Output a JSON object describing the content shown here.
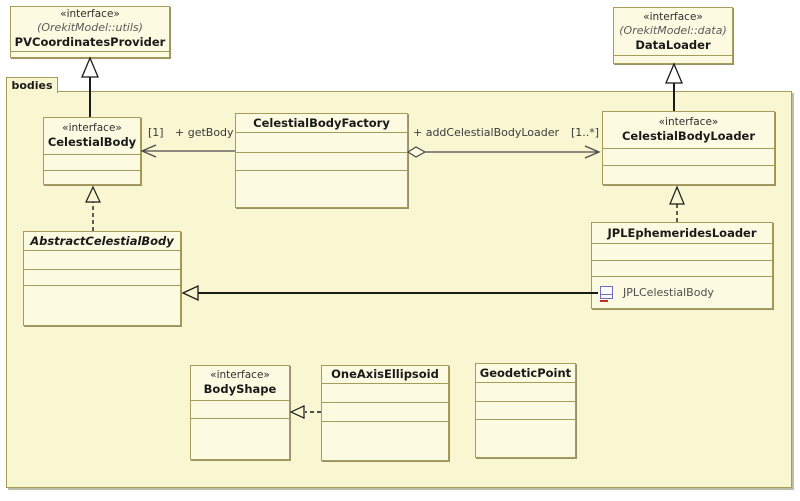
{
  "package": {
    "label": "bodies"
  },
  "external": {
    "pv_coordinates_provider": {
      "stereotype": "«interface»",
      "namespace": "(OrekitModel::utils)",
      "name": "PVCoordinatesProvider"
    },
    "data_loader": {
      "stereotype": "«interface»",
      "namespace": "(OrekitModel::data)",
      "name": "DataLoader"
    }
  },
  "classes": {
    "celestial_body": {
      "stereotype": "«interface»",
      "name": "CelestialBody"
    },
    "celestial_body_factory": {
      "name": "CelestialBodyFactory"
    },
    "celestial_body_loader": {
      "stereotype": "«interface»",
      "name": "CelestialBodyLoader"
    },
    "abstract_celestial_body": {
      "name": "AbstractCelestialBody"
    },
    "jpl_ephemerides_loader": {
      "name": "JPLEphemeridesLoader"
    },
    "jpl_celestial_body": {
      "name": "JPLCelestialBody"
    },
    "body_shape": {
      "stereotype": "«interface»",
      "name": "BodyShape"
    },
    "one_axis_ellipsoid": {
      "name": "OneAxisEllipsoid"
    },
    "geodetic_point": {
      "name": "GeodeticPoint"
    }
  },
  "associations": {
    "get_body": {
      "label": "+ getBody",
      "multiplicity": "[1]"
    },
    "add_celestial_body_loader": {
      "label": "+ addCelestialBodyLoader",
      "multiplicity": "[1..*]"
    }
  },
  "colors": {
    "package_fill": "#F9F7D2",
    "box_fill": "#FCFAE0",
    "border": "#A89C5A",
    "generalization_line": "#1A1A1A",
    "association_line": "#4A4A4A",
    "nested_icon_blue": "#6F6FC0",
    "nested_icon_red": "#C03030"
  }
}
